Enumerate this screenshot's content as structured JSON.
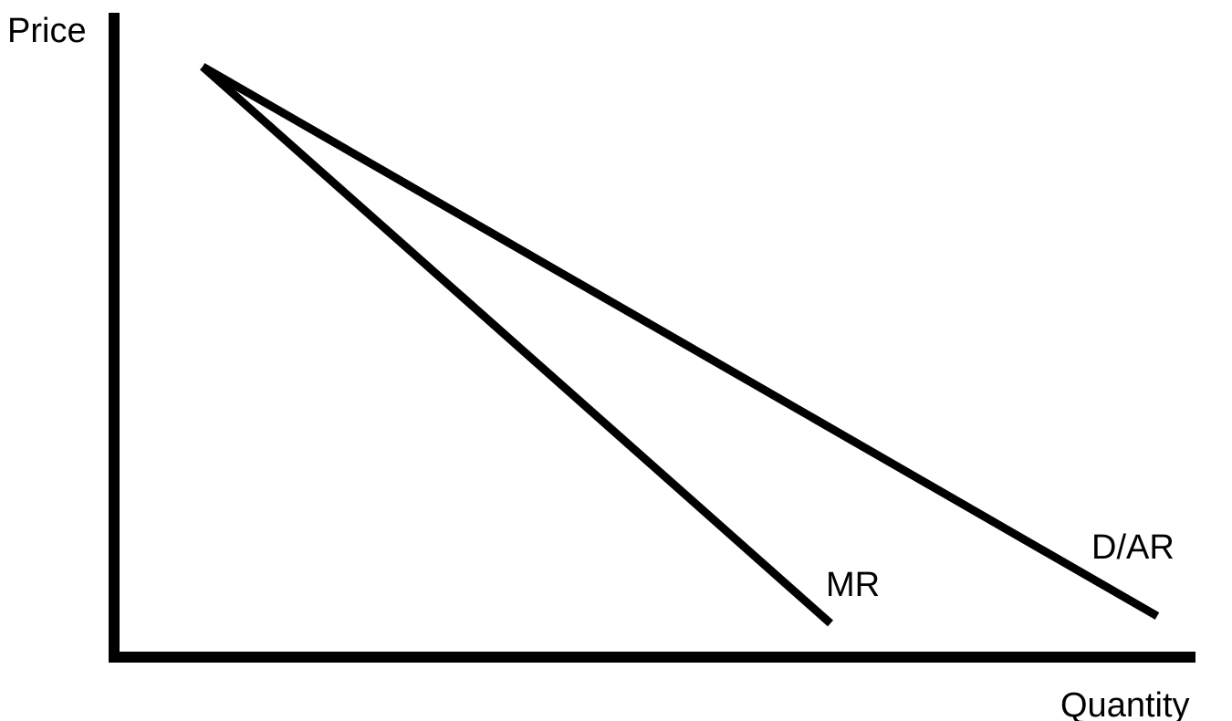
{
  "diagram": {
    "y_axis_label": "Price",
    "x_axis_label": "Quantity",
    "curves": [
      {
        "id": "demand",
        "label": "D/AR"
      },
      {
        "id": "marginal-revenue",
        "label": "MR"
      }
    ],
    "line_color": "#000000",
    "background_color": "#ffffff"
  }
}
